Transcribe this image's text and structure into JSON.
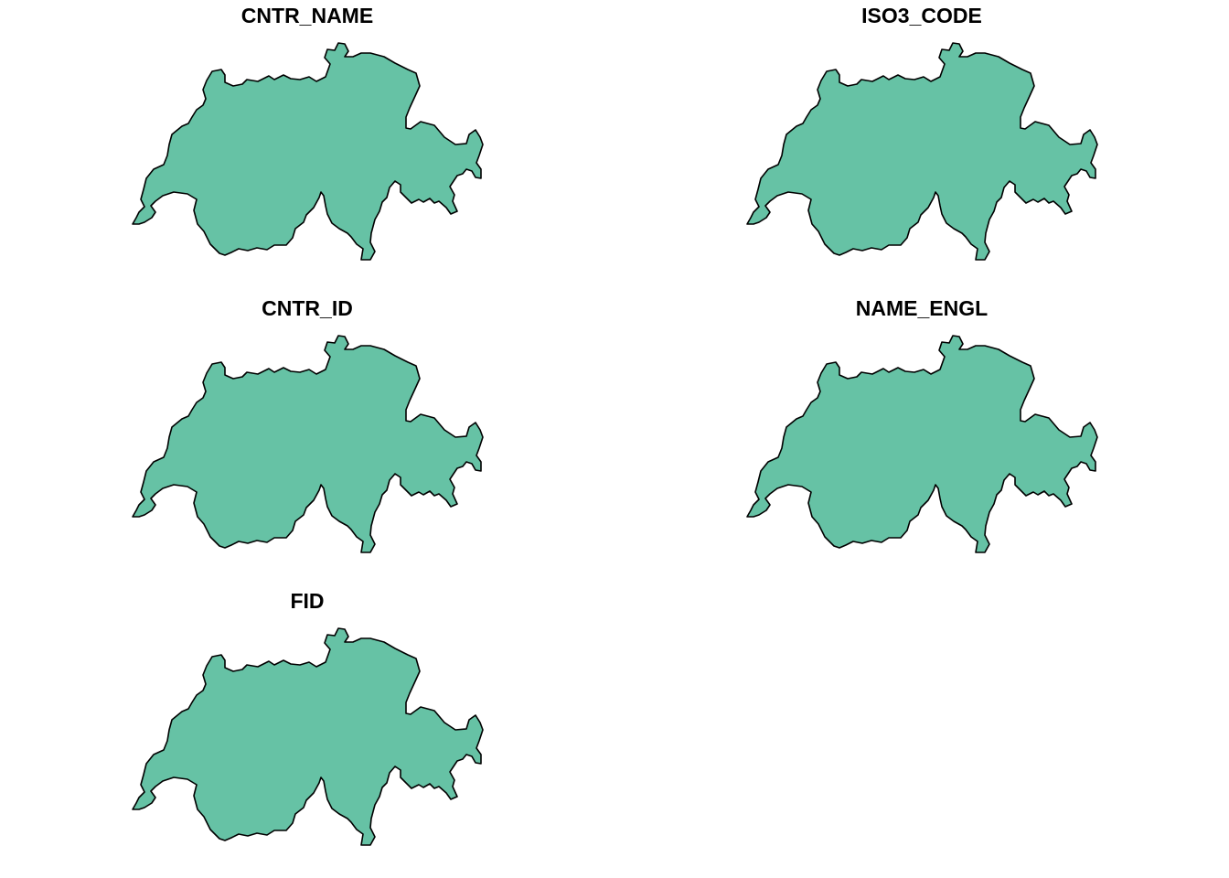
{
  "map_shape_name": "Switzerland",
  "fill_color": "#66c2a5",
  "border_color": "#000000",
  "panels": [
    {
      "title": "CNTR_NAME"
    },
    {
      "title": "ISO3_CODE"
    },
    {
      "title": "CNTR_ID"
    },
    {
      "title": "NAME_ENGL"
    },
    {
      "title": "FID"
    }
  ]
}
